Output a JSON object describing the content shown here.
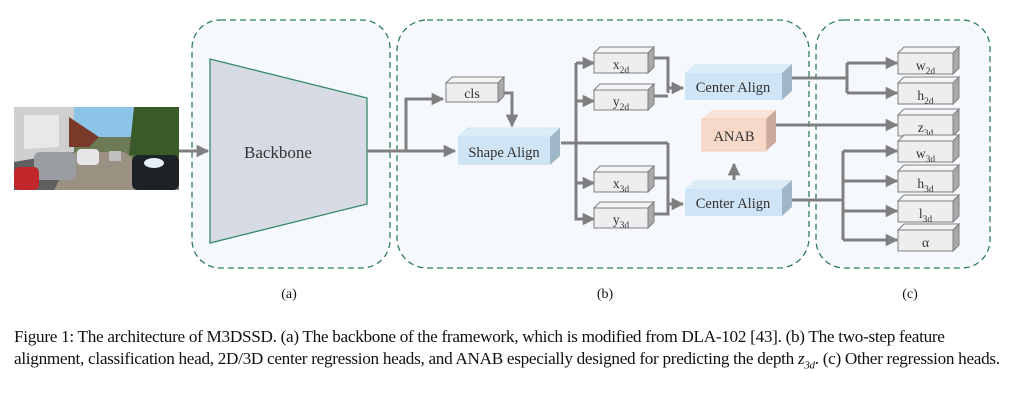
{
  "figure": {
    "panels": {
      "a": {
        "label": "(a)",
        "backbone": "Backbone"
      },
      "b": {
        "label": "(b)",
        "cls": "cls",
        "shape_align": "Shape Align",
        "center_align_top": "Center Align",
        "center_align_bottom": "Center Align",
        "anab": "ANAB",
        "heads": [
          {
            "base": "x",
            "sub": "2d"
          },
          {
            "base": "y",
            "sub": "2d"
          },
          {
            "base": "x",
            "sub": "3d"
          },
          {
            "base": "y",
            "sub": "3d"
          }
        ]
      },
      "c": {
        "label": "(c)",
        "heads": [
          {
            "base": "w",
            "sub": "2d"
          },
          {
            "base": "h",
            "sub": "2d"
          },
          {
            "base": "z",
            "sub": "3d"
          },
          {
            "base": "w",
            "sub": "3d"
          },
          {
            "base": "h",
            "sub": "3d"
          },
          {
            "base": "l",
            "sub": "3d"
          },
          {
            "base": "α",
            "sub": ""
          }
        ]
      }
    },
    "input_image": "street scene photo (input image)",
    "colors": {
      "dashed_border": "#2e7d5e",
      "panel_fill": "#f5f9fd",
      "backbone_fill": "#d6dbe3",
      "backbone_stroke": "#3a8a6e",
      "align_fill": "#cfe4f4",
      "anab_fill": "#f7d9c9",
      "head_fill": "#eeeeee",
      "arrow": "#7f7f7f"
    }
  },
  "caption": {
    "prefix": "Figure 1: The architecture of M3DSSD. (a) The backbone of the framework, which is modified from DLA-102 [43]. (b) The two-step feature alignment, classification head, 2D/3D center regression heads, and ANAB especially designed for predicting the depth ",
    "math_base": "z",
    "math_sub": "3d",
    "suffix": ". (c) Other regression heads."
  }
}
